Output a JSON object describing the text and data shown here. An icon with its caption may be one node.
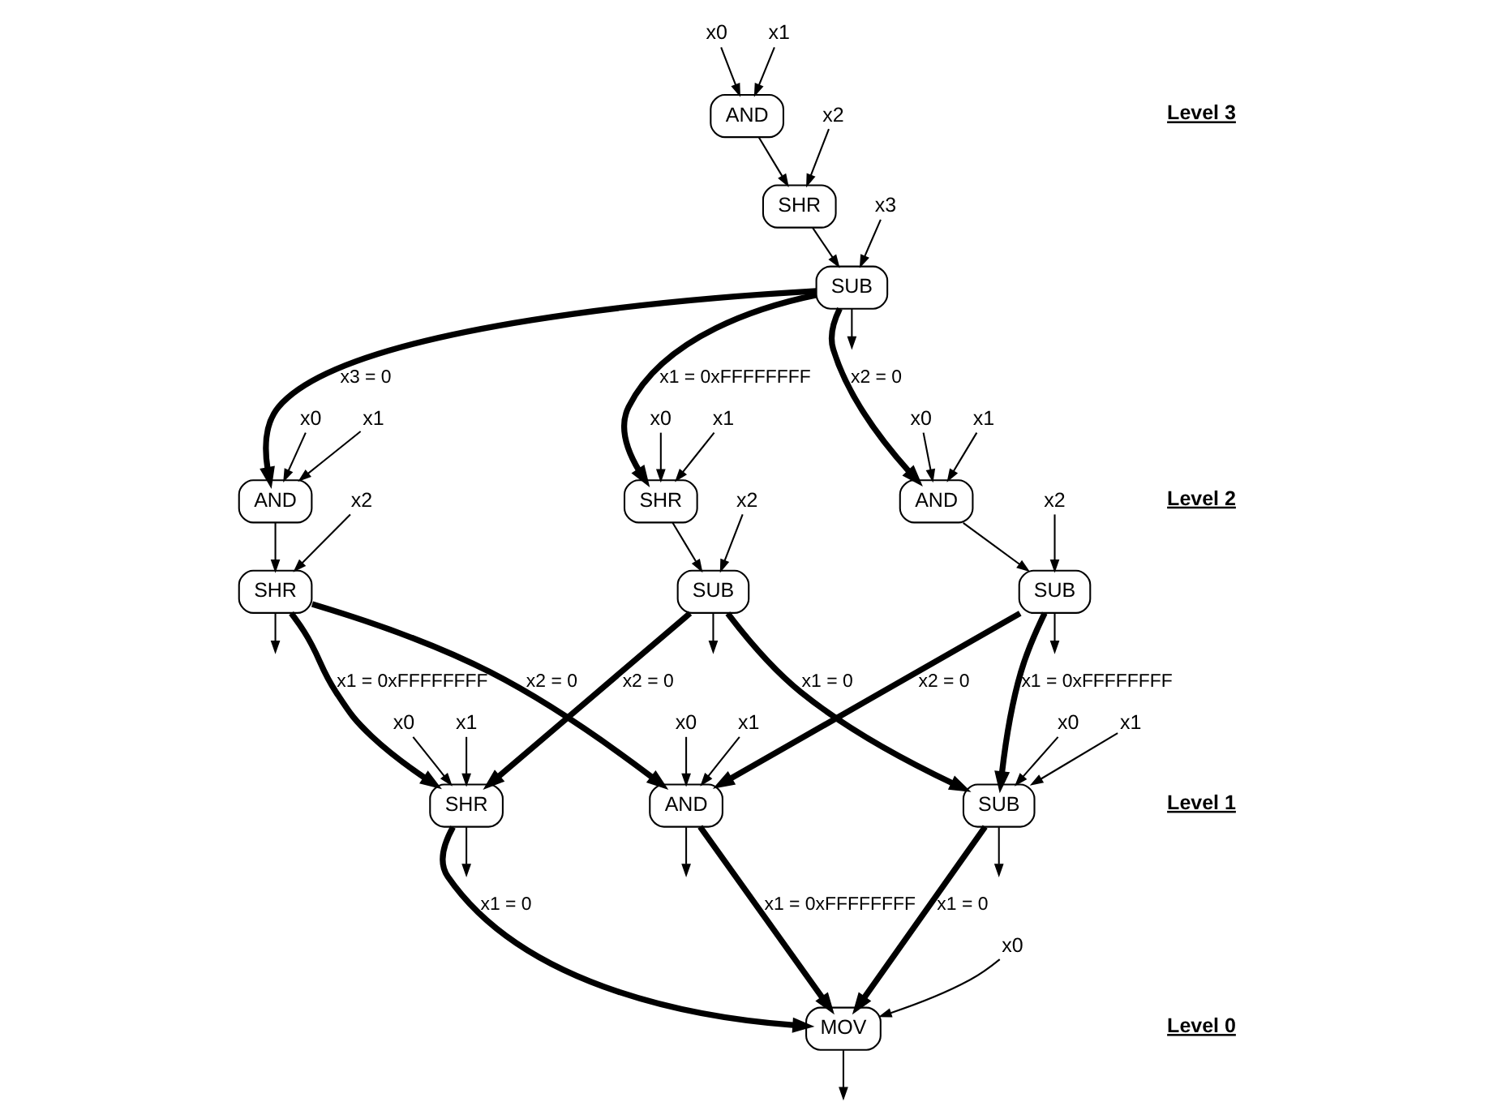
{
  "diagram": {
    "nodes": [
      {
        "text": [
          "x0"
        ]
      },
      {
        "text": [
          "x1"
        ]
      },
      {
        "text": [
          "AND"
        ]
      },
      {
        "text": [
          "x2"
        ]
      },
      {
        "text": [
          "SHR"
        ]
      },
      {
        "text": [
          "x3"
        ]
      },
      {
        "text": [
          "SUB"
        ]
      },
      {
        "text": [
          "x0"
        ]
      },
      {
        "text": [
          "x1"
        ]
      },
      {
        "text": [
          "AND"
        ]
      },
      {
        "text": [
          "x2"
        ]
      },
      {
        "text": [
          "SHR"
        ]
      },
      {
        "text": [
          "x0"
        ]
      },
      {
        "text": [
          "x1"
        ]
      },
      {
        "text": [
          "SHR"
        ]
      },
      {
        "text": [
          "x2"
        ]
      },
      {
        "text": [
          "SUB"
        ]
      },
      {
        "text": [
          "x0"
        ]
      },
      {
        "text": [
          "x1"
        ]
      },
      {
        "text": [
          "AND"
        ]
      },
      {
        "text": [
          "x2"
        ]
      },
      {
        "text": [
          "SUB"
        ]
      },
      {
        "text": [
          "x0"
        ]
      },
      {
        "text": [
          "x1"
        ]
      },
      {
        "text": [
          "SHR"
        ]
      },
      {
        "text": [
          "x0"
        ]
      },
      {
        "text": [
          "x1"
        ]
      },
      {
        "text": [
          "AND"
        ]
      },
      {
        "text": [
          "x0"
        ]
      },
      {
        "text": [
          "x1"
        ]
      },
      {
        "text": [
          "SUB"
        ]
      },
      {
        "text": [
          "x0"
        ]
      },
      {
        "text": [
          "MOV"
        ]
      }
    ],
    "edges": [
      {
        "from": 0,
        "to": 2,
        "arrow": "to"
      },
      {
        "from": 1,
        "to": 2,
        "arrow": "to"
      },
      {
        "from": 2,
        "to": 4,
        "arrow": "to"
      },
      {
        "from": 3,
        "to": 4,
        "arrow": "to"
      },
      {
        "from": 4,
        "to": 6,
        "arrow": "to"
      },
      {
        "from": 5,
        "to": 6,
        "arrow": "to"
      },
      {
        "from": 6,
        "to": null,
        "arrow": "to"
      },
      {
        "from": 7,
        "to": 9,
        "arrow": "to"
      },
      {
        "from": 8,
        "to": 9,
        "arrow": "to"
      },
      {
        "from": 9,
        "to": 11,
        "arrow": "to"
      },
      {
        "from": 10,
        "to": 11,
        "arrow": "to"
      },
      {
        "from": 11,
        "to": null,
        "arrow": "to"
      },
      {
        "from": 12,
        "to": 14,
        "arrow": "to"
      },
      {
        "from": 13,
        "to": 14,
        "arrow": "to"
      },
      {
        "from": 14,
        "to": 16,
        "arrow": "to"
      },
      {
        "from": 15,
        "to": 16,
        "arrow": "to"
      },
      {
        "from": 16,
        "to": null,
        "arrow": "to"
      },
      {
        "from": 17,
        "to": 19,
        "arrow": "to"
      },
      {
        "from": 18,
        "to": 19,
        "arrow": "to"
      },
      {
        "from": 19,
        "to": 21,
        "arrow": "to"
      },
      {
        "from": 20,
        "to": 21,
        "arrow": "to"
      },
      {
        "from": 21,
        "to": null,
        "arrow": "to"
      },
      {
        "from": 22,
        "to": 24,
        "arrow": "to"
      },
      {
        "from": 23,
        "to": 24,
        "arrow": "to"
      },
      {
        "from": 24,
        "to": null,
        "arrow": "to"
      },
      {
        "from": 25,
        "to": 27,
        "arrow": "to"
      },
      {
        "from": 26,
        "to": 27,
        "arrow": "to"
      },
      {
        "from": 27,
        "to": null,
        "arrow": "to"
      },
      {
        "from": 28,
        "to": 30,
        "arrow": "to"
      },
      {
        "from": 29,
        "to": 30,
        "arrow": "to"
      },
      {
        "from": 30,
        "to": null,
        "arrow": "to"
      },
      {
        "from": 31,
        "to": 32,
        "arrow": "to"
      },
      {
        "from": 32,
        "to": null,
        "arrow": "to"
      },
      {
        "from": 6,
        "to": 9,
        "arrow": "to",
        "label": "x3 = 0",
        "style": "thick"
      },
      {
        "from": 6,
        "to": 14,
        "arrow": "to",
        "label": "x1 = 0xFFFFFFFF",
        "style": "thick"
      },
      {
        "from": 6,
        "to": 19,
        "arrow": "to",
        "label": "x2 = 0",
        "style": "thick"
      },
      {
        "from": 11,
        "to": 24,
        "arrow": "to",
        "label": "x1 = 0xFFFFFFFF",
        "style": "thick"
      },
      {
        "from": 11,
        "to": 27,
        "arrow": "to",
        "label": "x2 = 0",
        "style": "thick"
      },
      {
        "from": 16,
        "to": 24,
        "arrow": "to",
        "label": "x2 = 0",
        "style": "thick"
      },
      {
        "from": 16,
        "to": 30,
        "arrow": "to",
        "label": "x1 = 0",
        "style": "thick"
      },
      {
        "from": 21,
        "to": 27,
        "arrow": "to",
        "label": "x2 = 0",
        "style": "thick"
      },
      {
        "from": 21,
        "to": 30,
        "arrow": "to",
        "label": "x1 = 0xFFFFFFFF",
        "style": "thick"
      },
      {
        "from": 24,
        "to": 32,
        "arrow": "to",
        "label": "x1 = 0",
        "style": "thick"
      },
      {
        "from": 27,
        "to": 32,
        "arrow": "to",
        "label": "x1 = 0xFFFFFFFF",
        "style": "thick"
      },
      {
        "from": 30,
        "to": 32,
        "arrow": "to",
        "label": "x1 = 0",
        "style": "thick"
      }
    ],
    "labels": [
      "Level 3",
      "Level 2",
      "Level 1",
      "Level 0"
    ]
  }
}
